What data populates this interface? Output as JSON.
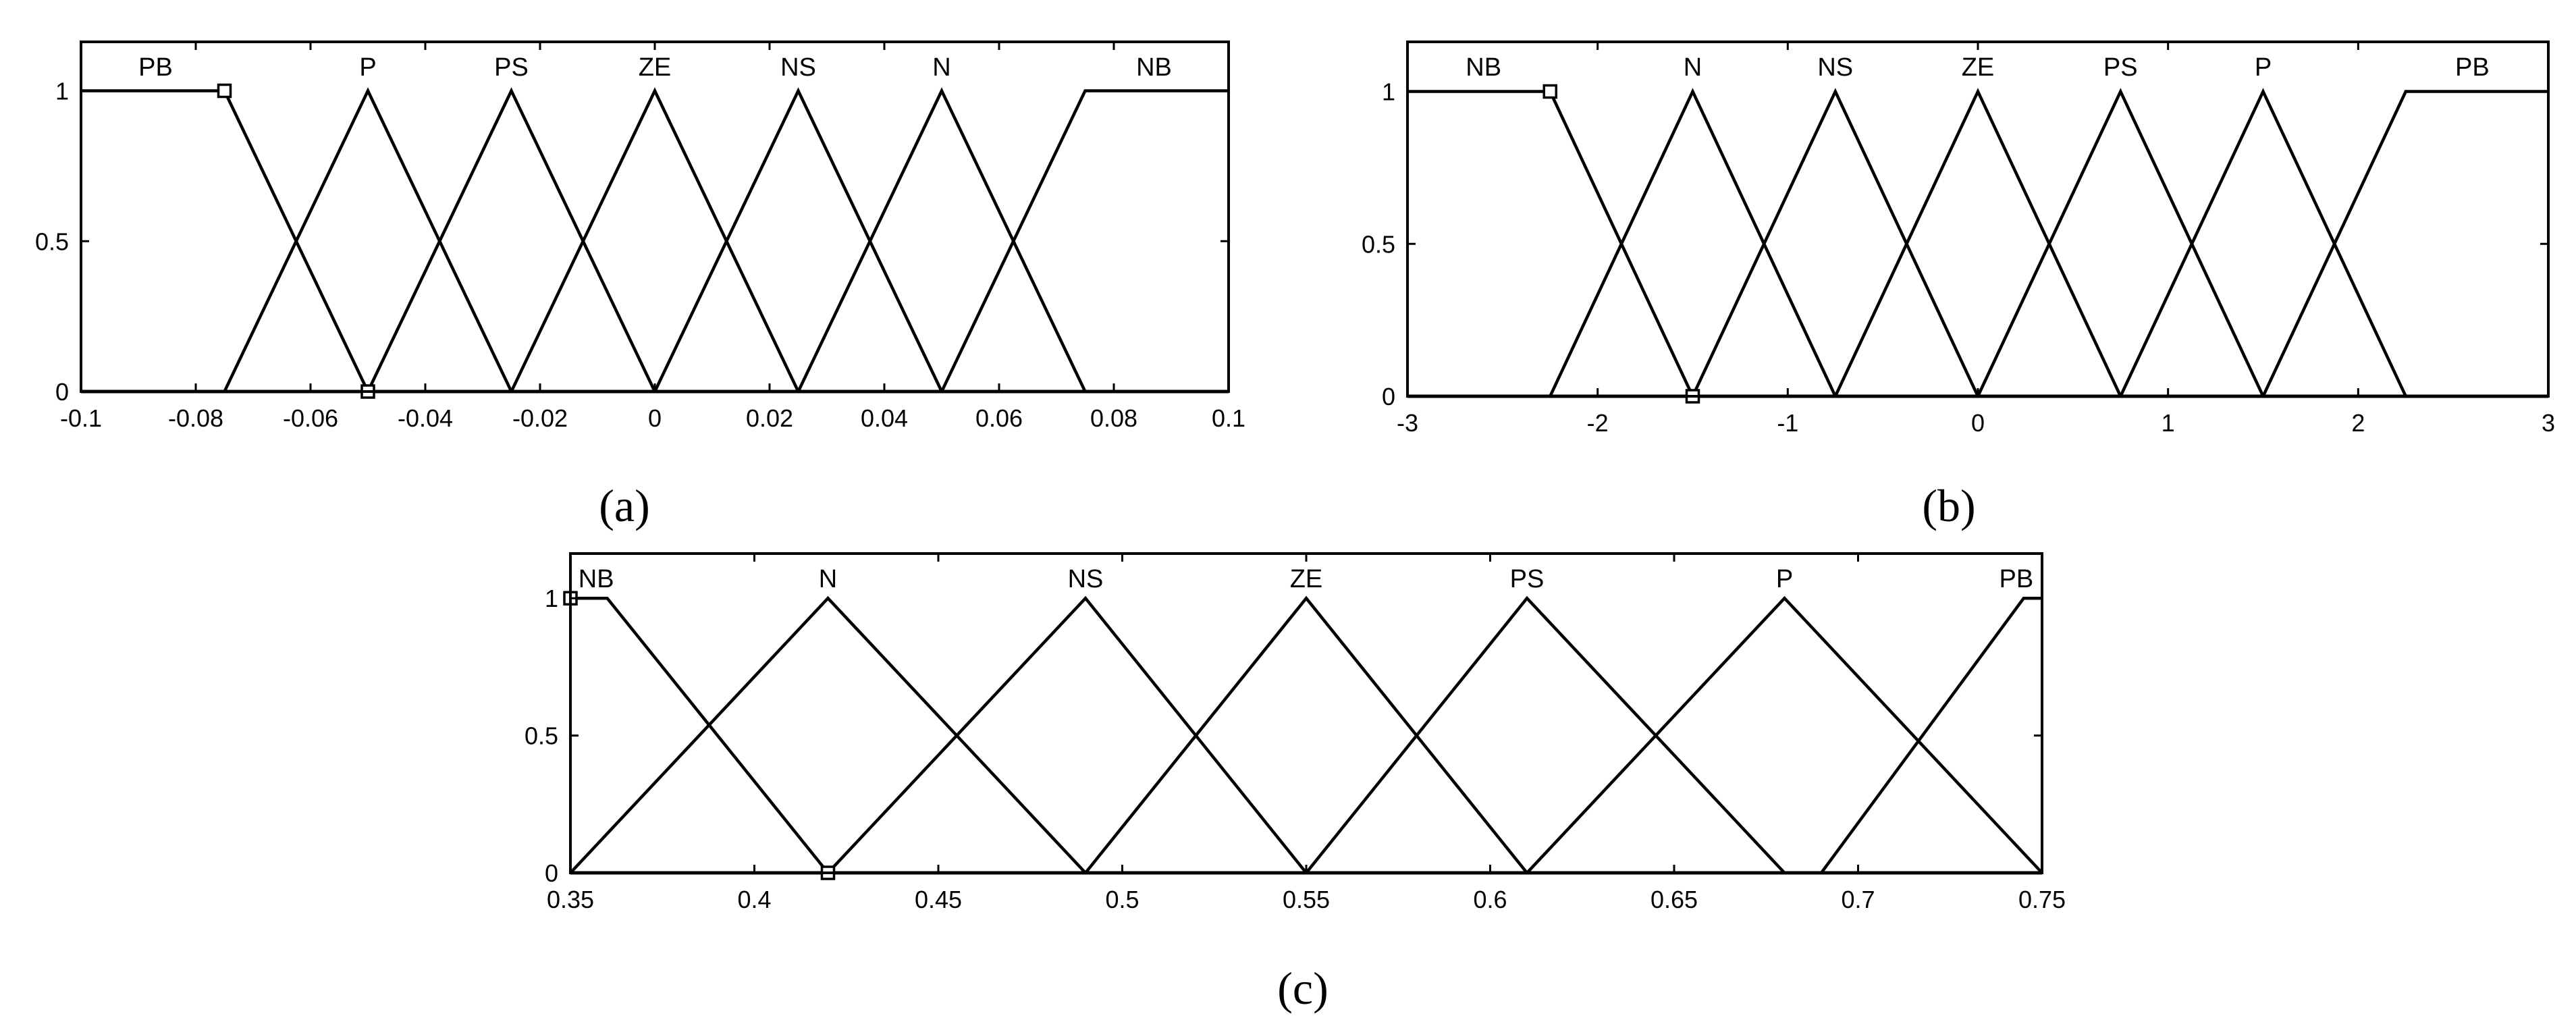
{
  "figure_labels": [
    "(a)",
    "(b)",
    "(c)"
  ],
  "chart_data": [
    {
      "type": "line",
      "panel": "(a)",
      "xlim": [
        -0.1,
        0.1
      ],
      "ylim": [
        0,
        1
      ],
      "grid": false,
      "x_ticks": [
        -0.1,
        -0.08,
        -0.06,
        -0.04,
        -0.02,
        0,
        0.02,
        0.04,
        0.06,
        0.08,
        0.1
      ],
      "x_tick_labels": [
        "-0.1",
        "-0.08",
        "-0.06",
        "-0.04",
        "-0.02",
        "0",
        "0.02",
        "0.04",
        "0.06",
        "0.08",
        "0.1"
      ],
      "y_ticks": [
        0,
        0.5,
        1
      ],
      "y_tick_labels": [
        "0",
        "0.5",
        "1"
      ],
      "series": [
        {
          "name": "PB",
          "x": [
            -0.1,
            -0.075,
            -0.05,
            0.1
          ],
          "y": [
            1,
            1,
            0,
            0
          ]
        },
        {
          "name": "P",
          "x": [
            -0.1,
            -0.075,
            -0.05,
            -0.025,
            0.1
          ],
          "y": [
            0,
            0,
            1,
            0,
            0
          ]
        },
        {
          "name": "PS",
          "x": [
            -0.1,
            -0.05,
            -0.025,
            0,
            0.1
          ],
          "y": [
            0,
            0,
            1,
            0,
            0
          ]
        },
        {
          "name": "ZE",
          "x": [
            -0.1,
            -0.025,
            0,
            0.025,
            0.1
          ],
          "y": [
            0,
            0,
            1,
            0,
            0
          ]
        },
        {
          "name": "NS",
          "x": [
            -0.1,
            0,
            0.025,
            0.05,
            0.1
          ],
          "y": [
            0,
            0,
            1,
            0,
            0
          ]
        },
        {
          "name": "N",
          "x": [
            -0.1,
            0.025,
            0.05,
            0.075,
            0.1
          ],
          "y": [
            0,
            0,
            1,
            0,
            0
          ]
        },
        {
          "name": "NB",
          "x": [
            -0.1,
            0.05,
            0.075,
            0.1
          ],
          "y": [
            0,
            0,
            1,
            1
          ]
        }
      ],
      "label_positions_x": [
        -0.087,
        -0.05,
        -0.025,
        0,
        0.025,
        0.05,
        0.087
      ]
    },
    {
      "type": "line",
      "panel": "(b)",
      "xlim": [
        -3,
        3
      ],
      "ylim": [
        0,
        1
      ],
      "grid": false,
      "x_ticks": [
        -3,
        -2,
        -1,
        0,
        1,
        2,
        3
      ],
      "x_tick_labels": [
        "-3",
        "-2",
        "-1",
        "0",
        "1",
        "2",
        "3"
      ],
      "y_ticks": [
        0,
        0.5,
        1
      ],
      "y_tick_labels": [
        "0",
        "0.5",
        "1"
      ],
      "series": [
        {
          "name": "NB",
          "x": [
            -3,
            -2.25,
            -1.5,
            3
          ],
          "y": [
            1,
            1,
            0,
            0
          ]
        },
        {
          "name": "N",
          "x": [
            -3,
            -2.25,
            -1.5,
            -0.75,
            3
          ],
          "y": [
            0,
            0,
            1,
            0,
            0
          ]
        },
        {
          "name": "NS",
          "x": [
            -3,
            -1.5,
            -0.75,
            0,
            3
          ],
          "y": [
            0,
            0,
            1,
            0,
            0
          ]
        },
        {
          "name": "ZE",
          "x": [
            -3,
            -0.75,
            0,
            0.75,
            3
          ],
          "y": [
            0,
            0,
            1,
            0,
            0
          ]
        },
        {
          "name": "PS",
          "x": [
            -3,
            0,
            0.75,
            1.5,
            3
          ],
          "y": [
            0,
            0,
            1,
            0,
            0
          ]
        },
        {
          "name": "P",
          "x": [
            -3,
            0.75,
            1.5,
            2.25,
            3
          ],
          "y": [
            0,
            0,
            1,
            0,
            0
          ]
        },
        {
          "name": "PB",
          "x": [
            -3,
            1.5,
            2.25,
            3
          ],
          "y": [
            0,
            0,
            1,
            1
          ]
        }
      ],
      "label_positions_x": [
        -2.6,
        -1.5,
        -0.75,
        0,
        0.75,
        1.5,
        2.6
      ]
    },
    {
      "type": "line",
      "panel": "(c)",
      "xlim": [
        0.35,
        0.75
      ],
      "ylim": [
        0,
        1
      ],
      "grid": false,
      "x_ticks": [
        0.35,
        0.4,
        0.45,
        0.5,
        0.55,
        0.6,
        0.65,
        0.7,
        0.75
      ],
      "x_tick_labels": [
        "0.35",
        "0.4",
        "0.45",
        "0.5",
        "0.55",
        "0.6",
        "0.65",
        "0.7",
        "0.75"
      ],
      "y_ticks": [
        0,
        0.5,
        1
      ],
      "y_tick_labels": [
        "0",
        "0.5",
        "1"
      ],
      "series": [
        {
          "name": "NB",
          "x": [
            0.35,
            0.36,
            0.42,
            0.75
          ],
          "y": [
            1,
            1,
            0,
            0
          ]
        },
        {
          "name": "N",
          "x": [
            0.35,
            0.42,
            0.49,
            0.75
          ],
          "y": [
            0,
            1,
            0,
            0
          ]
        },
        {
          "name": "NS",
          "x": [
            0.35,
            0.42,
            0.49,
            0.55,
            0.75
          ],
          "y": [
            0,
            0,
            1,
            0,
            0
          ]
        },
        {
          "name": "ZE",
          "x": [
            0.35,
            0.49,
            0.55,
            0.61,
            0.75
          ],
          "y": [
            0,
            0,
            1,
            0,
            0
          ]
        },
        {
          "name": "PS",
          "x": [
            0.35,
            0.55,
            0.61,
            0.68,
            0.75
          ],
          "y": [
            0,
            0,
            1,
            0,
            0
          ]
        },
        {
          "name": "P",
          "x": [
            0.35,
            0.61,
            0.68,
            0.75
          ],
          "y": [
            0,
            0,
            1,
            0
          ]
        },
        {
          "name": "PB",
          "x": [
            0.35,
            0.69,
            0.745,
            0.75
          ],
          "y": [
            0,
            0,
            1,
            1
          ]
        }
      ],
      "label_positions_x": [
        0.357,
        0.42,
        0.49,
        0.55,
        0.61,
        0.68,
        0.743
      ]
    }
  ]
}
